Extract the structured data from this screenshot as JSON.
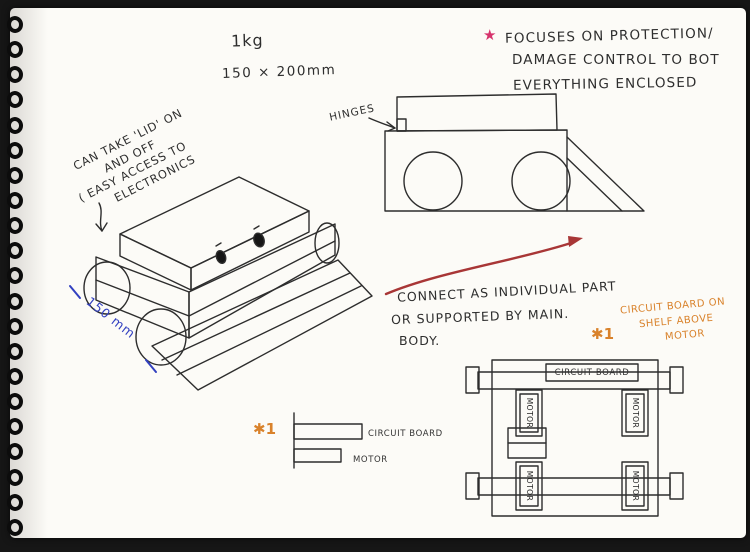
{
  "annotations": {
    "weight": "1kg",
    "dimensions": "150 × 200mm",
    "focus_note": {
      "star": "★",
      "line1": "FOCUSES ON PROTECTION/",
      "line2": "DAMAGE CONTROL TO BOT",
      "line3": "EVERYTHING ENCLOSED"
    },
    "lid_note": {
      "line1": "CAN TAKE 'LID' ON",
      "line2": "AND OFF",
      "line3": "( EASY ACCESS TO",
      "line4": "ELECTRONICS"
    },
    "hinges_label": "HINGES",
    "connect_note": {
      "line1": "CONNECT AS INDIVIDUAL PART",
      "line2": "OR SUPPORTED BY MAIN.",
      "line3": "BODY."
    },
    "shelf_note": {
      "marker": "✱1",
      "line1": "CIRCUIT BOARD ON",
      "line2": "SHELF ABOVE",
      "line3": "MOTOR"
    },
    "measurement_150": "150 mm"
  },
  "figures": {
    "shelf_detail": {
      "marker": "✱1",
      "circuit_board_label": "CIRCUIT BOARD",
      "motor_label": "MOTOR"
    },
    "chassis_top_view": {
      "circuit_board_label": "CIRCUIT BOARD",
      "motor_label": "MOTOR"
    }
  },
  "colors": {
    "ink": "#2e2e2e",
    "pink": "#d6336c",
    "red": "#a83636",
    "blue": "#3240c0",
    "orange": "#d9822b",
    "paper": "#fcfbf7"
  }
}
